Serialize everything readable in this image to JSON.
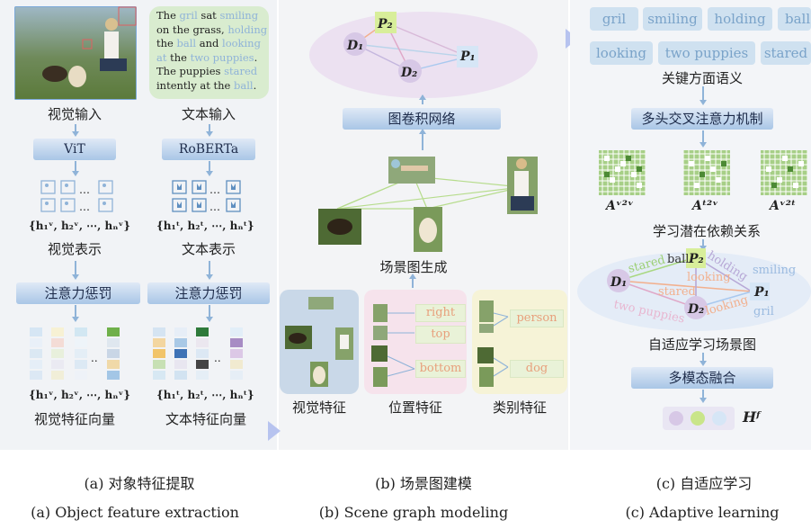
{
  "panel_a": {
    "visual_input_label": "视觉输入",
    "text_input_label": "文本输入",
    "text_box": {
      "w1": "The ",
      "g1": "gril",
      "w2": " sat ",
      "g2": "smiling",
      "w3": " on the grass, ",
      "g3": "holding",
      "w4": " the ",
      "g5": "ball",
      "w5": " and ",
      "g6": "looking at",
      "w6": " the ",
      "g7": "two puppies",
      "w7": ". The puppies ",
      "g8": "stared",
      "w8": " intently at the ",
      "g9": "ball",
      "w9": "."
    },
    "vit_label": "ViT",
    "roberta_label": "RoBERTa",
    "visual_repr_math": "{h₁ᵛ, h₂ᵛ, ⋯, hₙᵛ}",
    "text_repr_math": "{h₁ᵗ, h₂ᵗ, ⋯, hₙᵗ}",
    "visual_repr_label": "视觉表示",
    "text_repr_label": "文本表示",
    "attn_penalty_label_1": "注意力惩罚",
    "attn_penalty_label_2": "注意力惩罚",
    "visual_vec_math": "{h₁ᵛ, h₂ᵛ, ⋯, hₙᵛ}",
    "text_vec_math": "{h₁ᵗ, h₂ᵗ, ⋯, hₙᵗ}",
    "visual_vec_label": "视觉特征向量",
    "text_vec_label": "文本特征向量",
    "ellipsis": "..",
    "caption_cn": "(a) 对象特征提取",
    "caption_en": "(a) Object feature extraction"
  },
  "panel_b": {
    "nodes": [
      "P₂",
      "D₁",
      "D₂",
      "P₁"
    ],
    "gcn_label": "图卷积网络",
    "scene_gen_label": "场景图生成",
    "visual_feat_label": "视觉特征",
    "position_feat_label": "位置特征",
    "category_feat_label": "类别特征",
    "position_tags": [
      "right",
      "top",
      "bottom"
    ],
    "category_tags": [
      "person",
      "dog"
    ],
    "caption_cn": "(b) 场景图建模",
    "caption_en": "(b) Scene graph modeling"
  },
  "panel_c": {
    "aspects": [
      "gril",
      "smiling",
      "holding",
      "ball",
      "looking",
      "two puppies",
      "stared"
    ],
    "aspect_label": "关键方面语义",
    "mhca_label": "多头交叉注意力机制",
    "matrix_labels": [
      "Aᵛ²ᵛ",
      "Aᵗ²ᵛ",
      "Aᵛ²ᵗ"
    ],
    "latent_label": "学习潜在依赖关系",
    "graph_nodes": [
      "D₁",
      "P₂",
      "P₁",
      "D₂"
    ],
    "edge_labels": [
      "ball",
      "stared",
      "holding",
      "smiling",
      "looking",
      "stared",
      "two puppies",
      "looking",
      "gril"
    ],
    "adaptive_label": "自适应学习场景图",
    "fusion_label": "多模态融合",
    "output_math": "Hᶠ",
    "caption_cn": "(c) 自适应学习",
    "caption_en": "(c) Adaptive learning"
  },
  "colors": {
    "accent_blue": "#a9c6e6",
    "green_box": "#d9eccf",
    "node_purple": "#d7c8e6",
    "node_green": "#d8ee9a"
  }
}
